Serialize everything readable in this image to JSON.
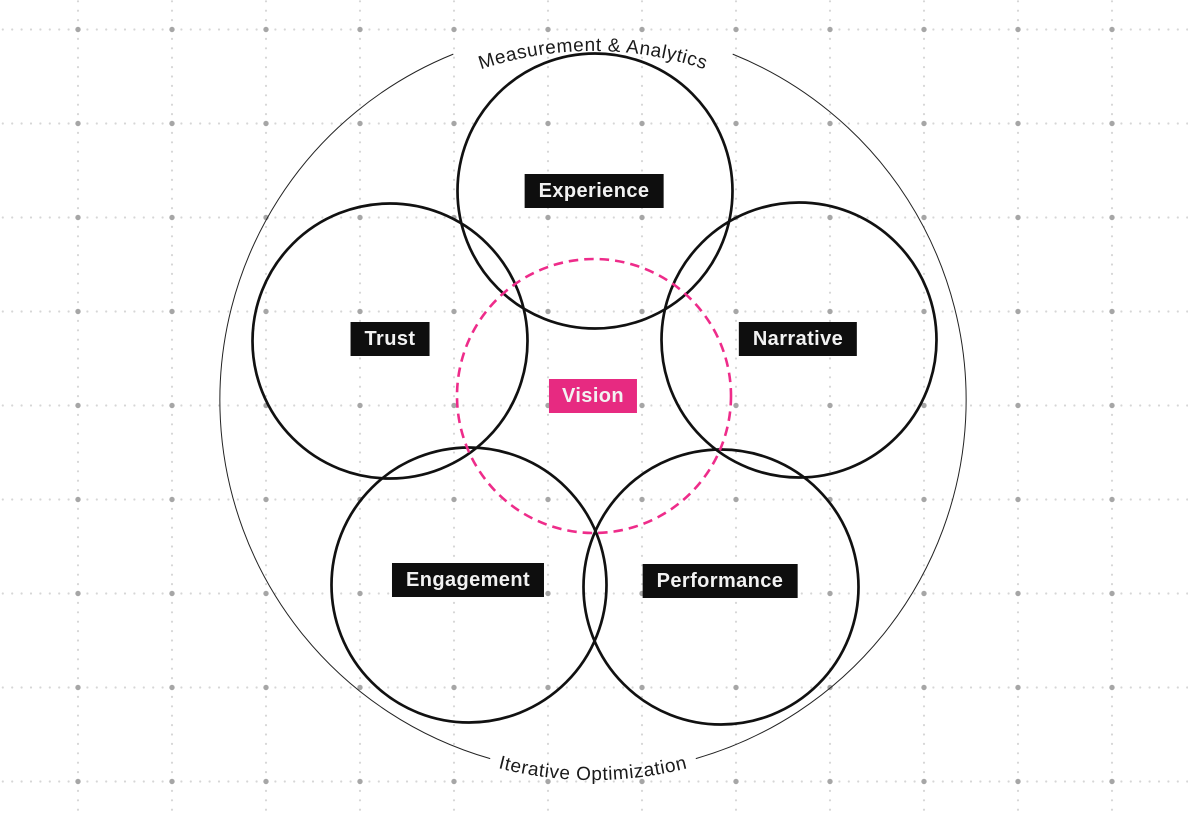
{
  "diagram": {
    "ring_labels": {
      "top": "Measurement & Analytics",
      "bottom": "Iterative Optimization"
    },
    "center_node": {
      "label": "Vision"
    },
    "nodes": [
      {
        "id": "experience",
        "label": "Experience"
      },
      {
        "id": "trust",
        "label": "Trust"
      },
      {
        "id": "narrative",
        "label": "Narrative"
      },
      {
        "id": "engagement",
        "label": "Engagement"
      },
      {
        "id": "performance",
        "label": "Performance"
      }
    ],
    "colors": {
      "node_background": "#0E0E0E",
      "node_text": "#F2F2F2",
      "accent_pink": "#E72A81",
      "dashed_pink": "#EE2C8A",
      "circle_stroke": "#111111",
      "ring_stroke": "#222222",
      "grid_dot_small": "#D6D6D6",
      "grid_dot_large": "#A6A6A6",
      "background": "#FFFFFF",
      "ring_text": "#1A1A1A"
    }
  }
}
